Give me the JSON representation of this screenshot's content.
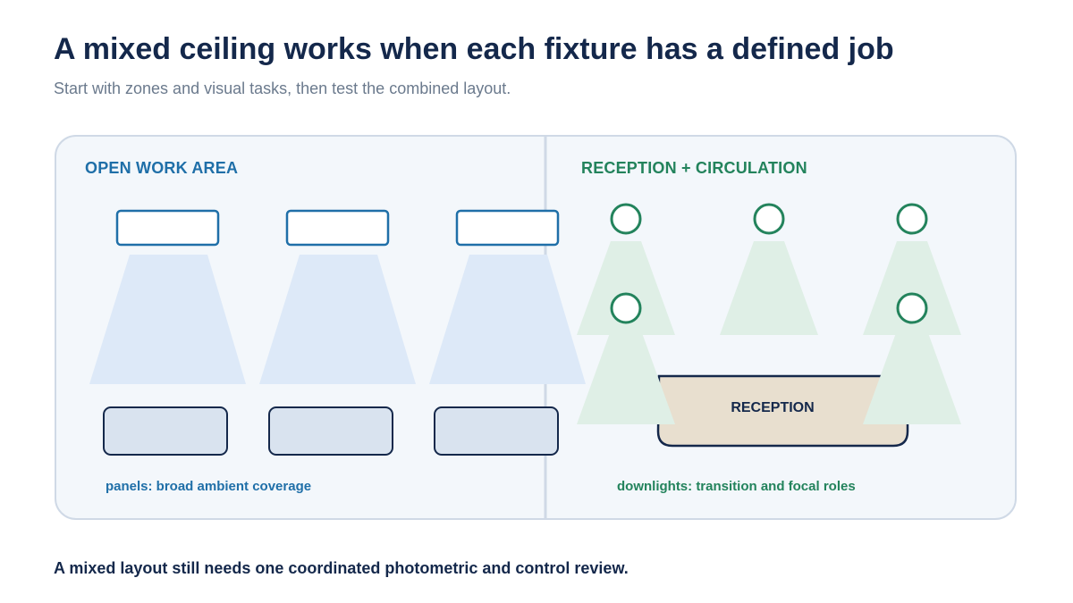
{
  "title": "A mixed ceiling works when each fixture has a defined job",
  "subtitle": "Start with zones and visual tasks, then test the combined layout.",
  "zones": {
    "left": {
      "title": "OPEN WORK AREA",
      "caption": "panels: broad ambient coverage"
    },
    "right": {
      "title": "RECEPTION + CIRCULATION",
      "caption": "downlights: transition and focal roles"
    }
  },
  "reception": {
    "label": "RECEPTION"
  },
  "footer": "A mixed layout still needs one coordinated photometric and control review.",
  "colors": {
    "title": "#14284b",
    "panel_zone": "#1f6fa8",
    "downlight_zone": "#23835c",
    "panel_beam": "#dde9f8",
    "downlight_beam": "#dfefe6",
    "workstation": "#d9e3ef",
    "reception_desk": "#e8dfcf"
  }
}
